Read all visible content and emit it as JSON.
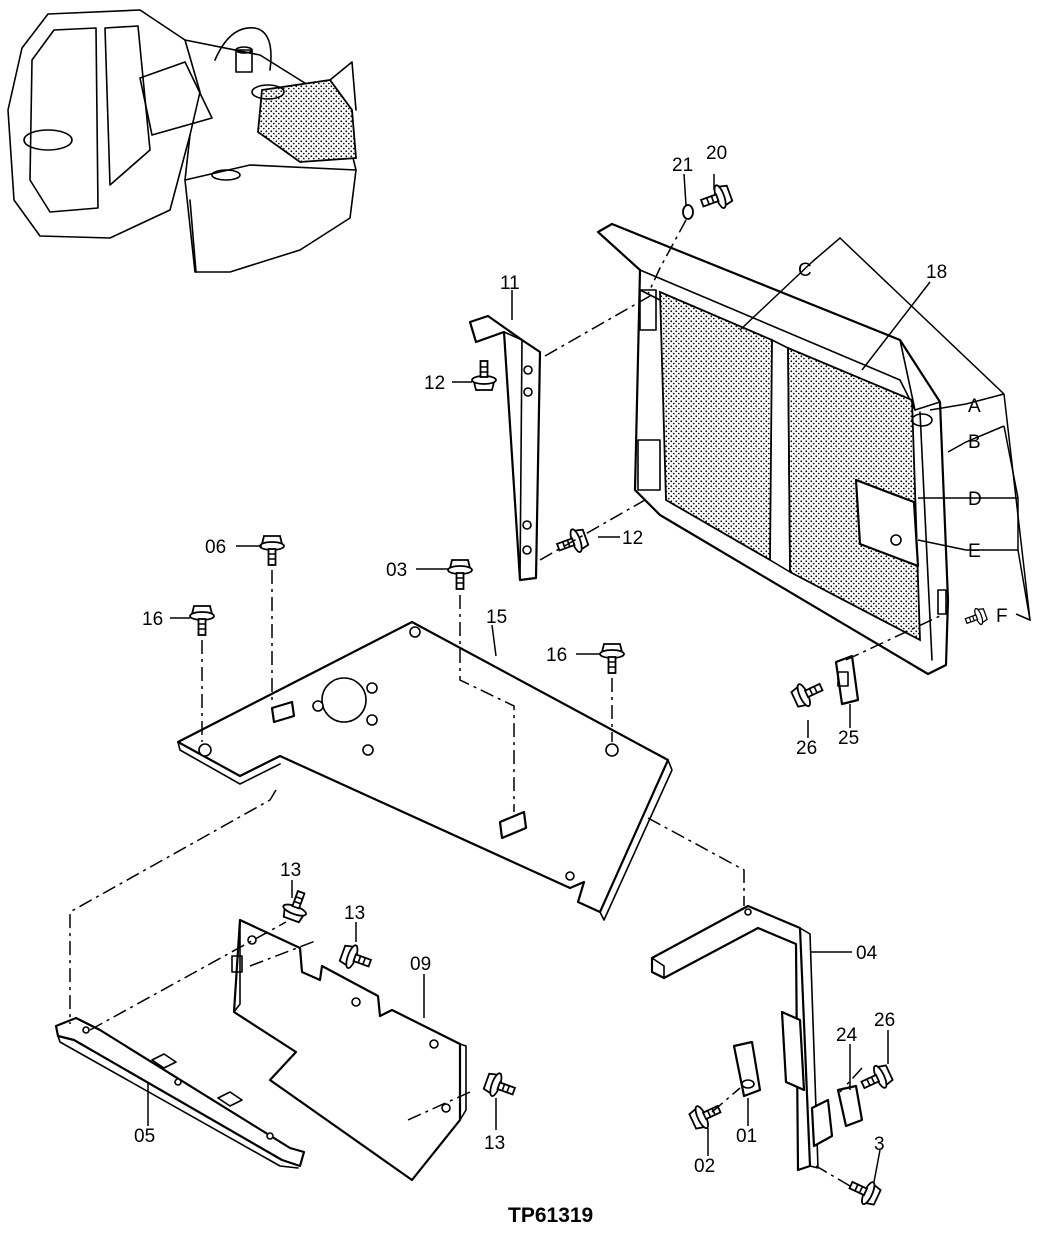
{
  "figure": {
    "reference": "TP61319"
  },
  "labels": {
    "p01": "01",
    "p02": "02",
    "p03": "03",
    "p04": "04",
    "p05": "05",
    "p06": "06",
    "p09": "09",
    "p11": "11",
    "p12a": "12",
    "p12b": "12",
    "p13a": "13",
    "p13b": "13",
    "p13c": "13",
    "p15": "15",
    "p16a": "16",
    "p16b": "16",
    "p18": "18",
    "p20": "20",
    "p21": "21",
    "p24": "24",
    "p25": "25",
    "p26a": "26",
    "p26b": "26",
    "p3": "3",
    "A": "A",
    "B": "B",
    "C": "C",
    "D": "D",
    "E": "E",
    "F": "F"
  }
}
